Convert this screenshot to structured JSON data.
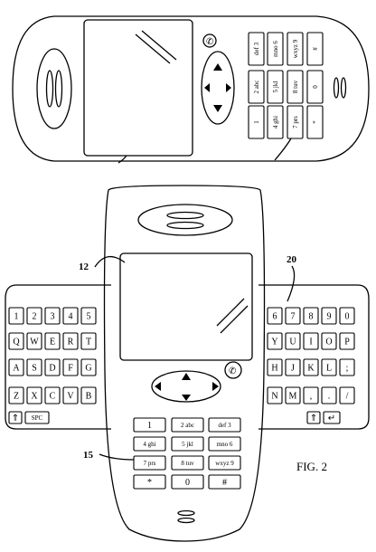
{
  "figure_label": "FIG. 2",
  "reference_numerals": {
    "body": "12",
    "keypad": "15",
    "side_keyboard": "20"
  },
  "top_phone": {
    "keypad_keys": [
      "1",
      "2 abc",
      "def 3",
      "4 ghi",
      "5 jkl",
      "mno 6",
      "7 prs",
      "8 tuv",
      "wxyz 9",
      "*",
      "0",
      "#"
    ]
  },
  "bottom_phone": {
    "keypad_keys": [
      "1",
      "2 abc",
      "def 3",
      "4 ghi",
      "5 jkl",
      "mno 6",
      "7 prs",
      "8 tuv",
      "wxyz 9",
      "*",
      "0",
      "#"
    ],
    "left_keyboard": [
      [
        "1",
        "2",
        "3",
        "4",
        "5"
      ],
      [
        "Q",
        "W",
        "E",
        "R",
        "T"
      ],
      [
        "A",
        "S",
        "D",
        "F",
        "G"
      ],
      [
        "Z",
        "X",
        "C",
        "V",
        "B"
      ]
    ],
    "left_bottom_keys": [
      "⇑",
      "SPC"
    ],
    "right_keyboard": [
      [
        "6",
        "7",
        "8",
        "9",
        "0"
      ],
      [
        "Y",
        "U",
        "I",
        "O",
        "P"
      ],
      [
        "H",
        "J",
        "K",
        "L",
        ";"
      ],
      [
        "N",
        "M",
        ",",
        ".",
        "/"
      ]
    ],
    "right_bottom_keys": [
      "⇑",
      "↵"
    ]
  }
}
